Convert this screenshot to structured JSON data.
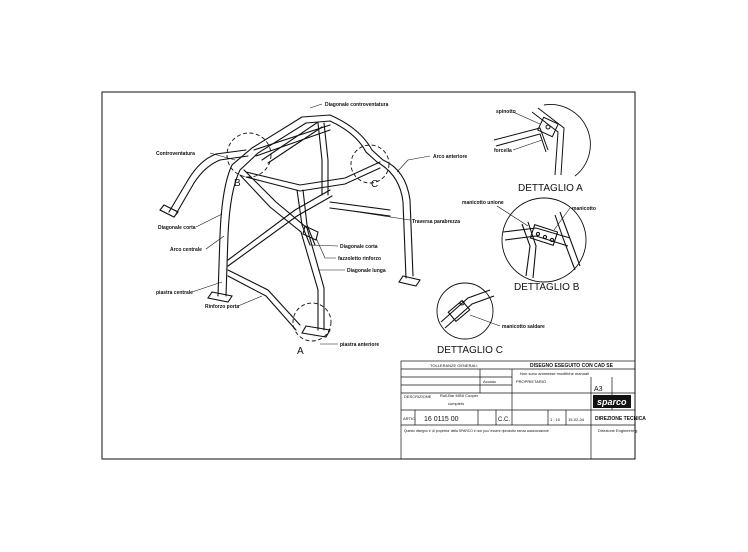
{
  "labels": {
    "diag_controventatura": "Diagonale controventatura",
    "controventatura": "Controventatura",
    "arco_anteriore": "Arco anteriore",
    "diag_corta_left": "Diagonale corta",
    "traversa": "Traversa parabrezza",
    "arco_centrale": "Arco centrale",
    "diag_corta_mid": "Diagonale corta",
    "fazzoletto": "fazzoletto rinforzo",
    "diag_lunga": "Diagonale lunga",
    "piastra_centrale": "piastra centrale",
    "rinforzo_porta": "Rinforzo porta",
    "piastra_anteriore": "piastra anteriore",
    "spinotto": "spinotto",
    "forcella": "forcella",
    "manicotto_unione": "manicotto unione",
    "manicotto_b": "manicotto",
    "manicotto_saldare": "manicotto saldare"
  },
  "details": {
    "a": "DETTAGLIO A",
    "b": "DETTAGLIO B",
    "c": "DETTAGLIO C"
  },
  "circle_letters": {
    "a": "A",
    "b": "B",
    "c": "C"
  },
  "title_block": {
    "header": "DISEGNO ESEGUITO CON CAD SE",
    "header_sub": "Non sono ammesse modifiche manuali",
    "description_label": "DESCRIZIONE",
    "description": "Roll-Bar MINI Cooper",
    "description_2": "completo",
    "code_label": "ARTIC.",
    "code": "16 0115 00",
    "drafter": "C.C.",
    "scale": "1 : 10",
    "date": "15-02-04",
    "sheet_size": "A3",
    "brand": "sparco",
    "dept": "DIREZIONE TECNICA",
    "dept_sub": "Direzione Engineering",
    "tolerances": "TOLLERANZE GENERALI",
    "material": "Acciaio",
    "proprietario": "PROPRIETARIO",
    "note": "Questo disegno e' di proprieta' della SPARCO e non puo' essere riprodotto senza autorizzazione"
  },
  "colors": {
    "line": "#111111",
    "paper": "#ffffff"
  }
}
